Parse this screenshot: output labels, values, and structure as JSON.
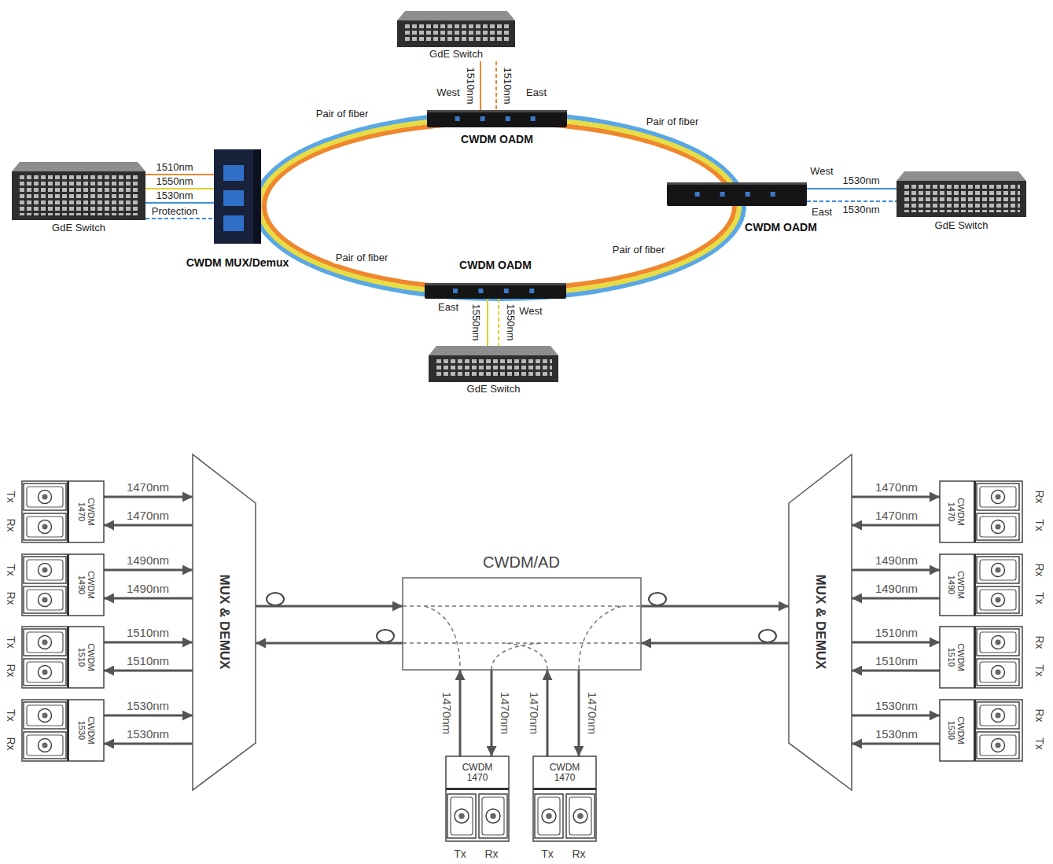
{
  "diagram": {
    "nodes": [
      {
        "text": [
          "GdE Switch"
        ]
      },
      {
        "text": [
          "CWDM OADM"
        ]
      },
      {
        "text": [
          "GdE Switch"
        ]
      },
      {
        "text": [
          "CWDM MUX/Demux"
        ]
      },
      {
        "text": [
          "CWDM OADM"
        ]
      },
      {
        "text": [
          "GdE Switch"
        ]
      },
      {
        "text": [
          "CWDM OADM"
        ]
      },
      {
        "text": [
          "GdE Switch"
        ]
      },
      {
        "text": [
          "CWDM 1470"
        ]
      },
      {
        "text": [
          "CWDM 1490"
        ]
      },
      {
        "text": [
          "CWDM 1510"
        ]
      },
      {
        "text": [
          "CWDM 1530"
        ]
      },
      {
        "text": [
          "MUX & DEMUX"
        ]
      },
      {
        "text": [
          "CWDM/AD"
        ]
      },
      {
        "text": [
          "MUX & DEMUX"
        ]
      },
      {
        "text": [
          "CWDM 1470"
        ]
      },
      {
        "text": [
          "CWDM 1490"
        ]
      },
      {
        "text": [
          "CWDM 1510"
        ]
      },
      {
        "text": [
          "CWDM 1530"
        ]
      },
      {
        "text": [
          "CWDM 1470"
        ]
      },
      {
        "text": [
          "CWDM 1470"
        ]
      }
    ],
    "edges": [
      {
        "from": 0,
        "to": 1,
        "arrow": "none",
        "label": "1510nm"
      },
      {
        "from": 0,
        "to": 1,
        "arrow": "none",
        "label": "1510nm"
      },
      {
        "from": 2,
        "to": 3,
        "arrow": "none",
        "label": "1510nm"
      },
      {
        "from": 2,
        "to": 3,
        "arrow": "none",
        "label": "1550nm"
      },
      {
        "from": 2,
        "to": 3,
        "arrow": "none",
        "label": "1530nm"
      },
      {
        "from": 2,
        "to": 3,
        "arrow": "none",
        "label": "Protection"
      },
      {
        "from": 3,
        "to": 1,
        "arrow": "none",
        "label": "Pair of fiber"
      },
      {
        "from": 1,
        "to": 4,
        "arrow": "none",
        "label": "Pair of fiber"
      },
      {
        "from": 4,
        "to": 5,
        "arrow": "none",
        "label": "1530nm"
      },
      {
        "from": 4,
        "to": 5,
        "arrow": "none",
        "label": "1530nm"
      },
      {
        "from": 4,
        "to": 6,
        "arrow": "none",
        "label": "Pair of fiber"
      },
      {
        "from": 6,
        "to": 3,
        "arrow": "none",
        "label": "Pair of fiber"
      },
      {
        "from": 6,
        "to": 7,
        "arrow": "none",
        "label": "1550nm"
      },
      {
        "from": 6,
        "to": 7,
        "arrow": "none",
        "label": "1550nm"
      },
      {
        "from": 8,
        "to": 12,
        "arrow": "to",
        "label": "1470nm"
      },
      {
        "from": 12,
        "to": 8,
        "arrow": "to",
        "label": "1470nm"
      },
      {
        "from": 9,
        "to": 12,
        "arrow": "to",
        "label": "1490nm"
      },
      {
        "from": 12,
        "to": 9,
        "arrow": "to",
        "label": "1490nm"
      },
      {
        "from": 10,
        "to": 12,
        "arrow": "to",
        "label": "1510nm"
      },
      {
        "from": 12,
        "to": 10,
        "arrow": "to",
        "label": "1510nm"
      },
      {
        "from": 11,
        "to": 12,
        "arrow": "to",
        "label": "1530nm"
      },
      {
        "from": 12,
        "to": 11,
        "arrow": "to",
        "label": "1530nm"
      },
      {
        "from": 12,
        "to": 13,
        "arrow": "to"
      },
      {
        "from": 13,
        "to": 12,
        "arrow": "to"
      },
      {
        "from": 13,
        "to": 14,
        "arrow": "to"
      },
      {
        "from": 14,
        "to": 13,
        "arrow": "to"
      },
      {
        "from": 14,
        "to": 15,
        "arrow": "to",
        "label": "1470nm"
      },
      {
        "from": 15,
        "to": 14,
        "arrow": "to",
        "label": "1470nm"
      },
      {
        "from": 14,
        "to": 16,
        "arrow": "to",
        "label": "1490nm"
      },
      {
        "from": 16,
        "to": 14,
        "arrow": "to",
        "label": "1490nm"
      },
      {
        "from": 14,
        "to": 17,
        "arrow": "to",
        "label": "1510nm"
      },
      {
        "from": 17,
        "to": 14,
        "arrow": "to",
        "label": "1510nm"
      },
      {
        "from": 14,
        "to": 18,
        "arrow": "to",
        "label": "1530nm"
      },
      {
        "from": 18,
        "to": 14,
        "arrow": "to",
        "label": "1530nm"
      },
      {
        "from": 19,
        "to": 13,
        "arrow": "to",
        "label": "1470nm"
      },
      {
        "from": 13,
        "to": 19,
        "arrow": "to",
        "label": "1470nm"
      },
      {
        "from": 20,
        "to": 13,
        "arrow": "to",
        "label": "1470nm"
      },
      {
        "from": 13,
        "to": 20,
        "arrow": "to",
        "label": "1470nm"
      }
    ],
    "labels": [
      "West",
      "East",
      "West",
      "East",
      "East",
      "West",
      "Tx",
      "Rx",
      "Tx",
      "Rx",
      "Tx",
      "Rx",
      "Tx",
      "Rx",
      "Rx",
      "Tx",
      "Rx",
      "Tx",
      "Rx",
      "Tx",
      "Rx",
      "Tx",
      "Tx",
      "Rx",
      "Tx",
      "Rx"
    ]
  }
}
